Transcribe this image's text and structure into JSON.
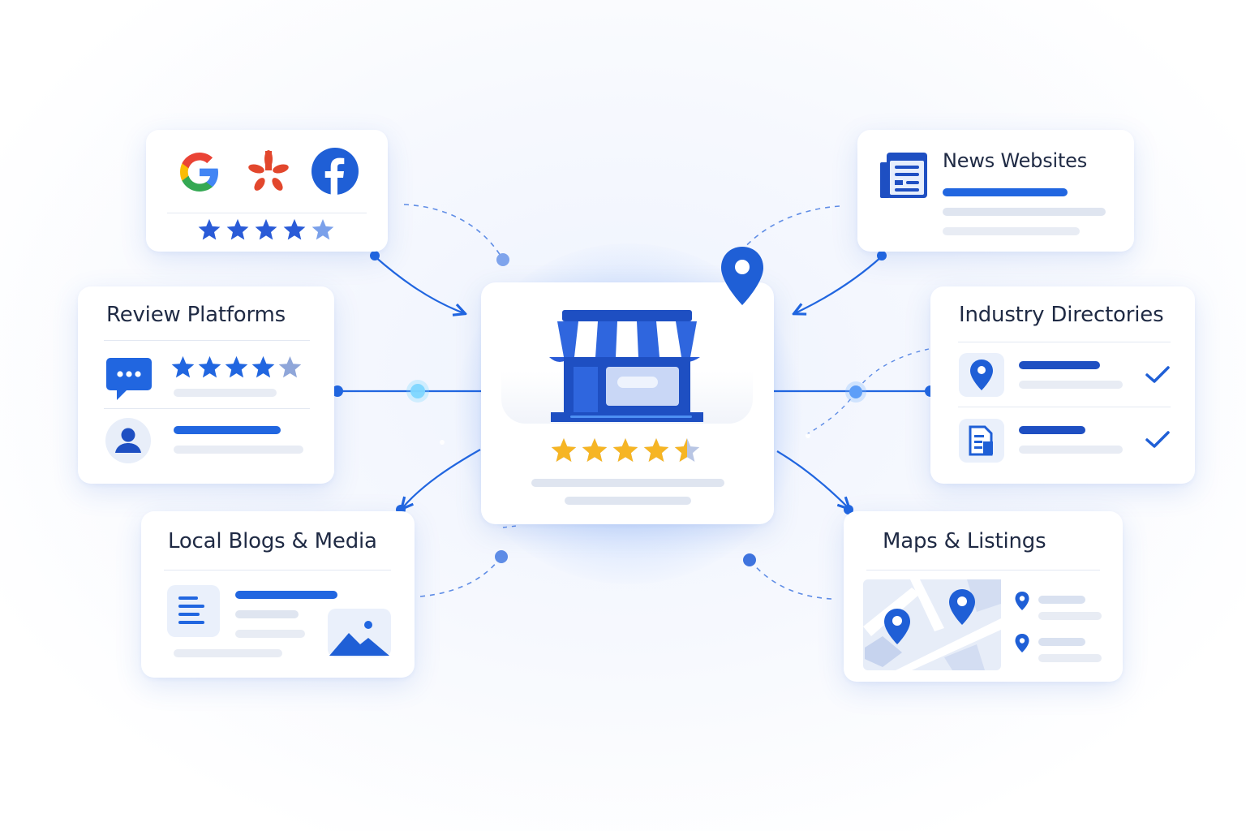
{
  "cards": {
    "review_sites": {
      "stars_filled": 4,
      "stars_total": 5
    },
    "review_platforms": {
      "title": "Review Platforms",
      "rating_stars_filled": 4,
      "rating_stars_total": 5
    },
    "local_blogs": {
      "title": "Local Blogs & Media"
    },
    "news": {
      "title": "News Websites"
    },
    "industry": {
      "title": "Industry Directories"
    },
    "maps": {
      "title": "Maps & Listings"
    },
    "business": {
      "rating": 4.5,
      "stars_total": 5
    }
  },
  "icons": {
    "review_sites": [
      "google-icon",
      "yelp-icon",
      "facebook-icon"
    ],
    "review_platforms": [
      "chat-bubble-icon",
      "user-avatar-icon"
    ],
    "local_blogs": [
      "document-icon",
      "image-icon"
    ],
    "news": [
      "newspaper-icon"
    ],
    "industry": [
      "location-pin-icon",
      "document-icon",
      "checkmark-icon"
    ],
    "maps": [
      "map-icon",
      "location-pin-icon"
    ],
    "business": [
      "storefront-icon",
      "location-pin-icon"
    ]
  },
  "colors": {
    "primary_blue": "#2166e0",
    "dark_blue": "#1e4fc2",
    "star_gold": "#f6b524",
    "star_blue": "#2a5bd7",
    "gray_line": "#dfe5f0",
    "google_red": "#ea4335",
    "google_yellow": "#fbbc05",
    "google_green": "#34a853",
    "google_blue": "#4285f4",
    "yelp_red": "#e2472d",
    "facebook_blue": "#1877f2"
  }
}
